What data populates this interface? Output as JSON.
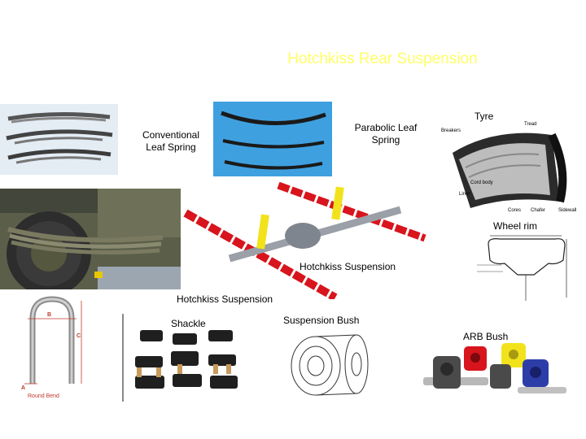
{
  "slide": {
    "title": "Hotchkiss Rear Suspension"
  },
  "labels": {
    "conventional": "Conventional\nLeaf Spring",
    "parabolic": "Parabolic Leaf\nSpring",
    "tyre": "Tyre",
    "wheel_rim": "Wheel rim",
    "hotchkiss_center": "Hotchkiss Suspension",
    "hotchkiss_left": "Hotchkiss Suspension",
    "shackle": "Shackle",
    "suspension_bush": "Suspension Bush",
    "arb_bush": "ARB Bush"
  },
  "tyre_diagram": {
    "breakers": "Breakers",
    "tread": "Tread",
    "cord_body": "Cord body",
    "liner": "Liner",
    "cores": "Cores",
    "chafer": "Chafer",
    "sidewall": "Sidewall"
  },
  "ubolt_diagram": {
    "a": "A",
    "b": "B",
    "c": "C",
    "round_bend": "Round Bend"
  },
  "colors": {
    "title": "#ffff66",
    "axle_red": "#d8141c",
    "damper_yellow": "#f2e21c",
    "leaf_panel_bg": "#3fa0e0"
  }
}
